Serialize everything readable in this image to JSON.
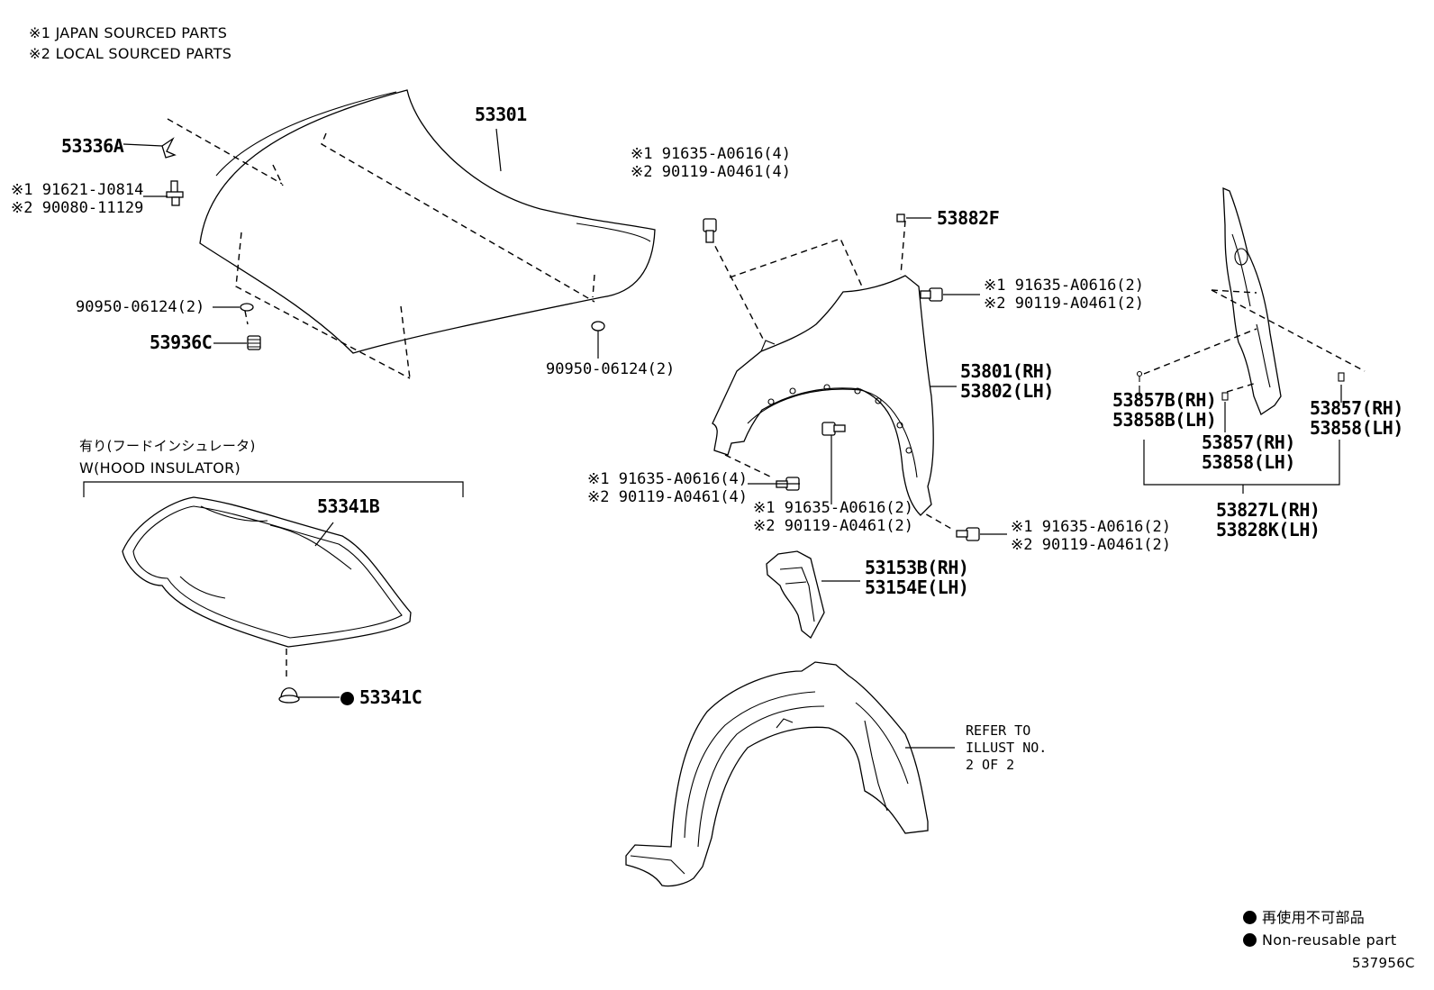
{
  "notes": {
    "note1": "※1 JAPAN SOURCED PARTS",
    "note2": "※2 LOCAL SOURCED PARTS"
  },
  "hood": {
    "part": "53301",
    "hinge_cover": "53336A",
    "bolt_jp": "※1 91621-J0814",
    "bolt_local": "※2 90080-11129",
    "grommet_left": "90950-06124(2)",
    "cushion": "53936C",
    "grommet_right": "90950-06124(2)"
  },
  "insulator": {
    "title_jp": "有り(フードインシュレータ)",
    "title_en": "W(HOOD INSULATOR)",
    "part": "53341B",
    "clip": "53341C"
  },
  "fender": {
    "bolt_top_jp": "※1 91635-A0616(4)",
    "bolt_top_local": "※2 90119-A0461(4)",
    "clip": "53882F",
    "bolt_right_jp": "※1 91635-A0616(2)",
    "bolt_right_local": "※2 90119-A0461(2)",
    "rh": "53801(RH)",
    "lh": "53802(LH)",
    "bolt_low_left_jp": "※1 91635-A0616(4)",
    "bolt_low_left_local": "※2 90119-A0461(4)",
    "bolt_mid_jp": "※1 91635-A0616(2)",
    "bolt_mid_local": "※2 90119-A0461(2)",
    "bolt_low_right_jp": "※1 91635-A0616(2)",
    "bolt_low_right_local": "※2 90119-A0461(2)"
  },
  "seal": {
    "rh": "53153B(RH)",
    "lh": "53154E(LH)"
  },
  "liner": {
    "refer_line1": "REFER TO",
    "refer_line2": "ILLUST NO.",
    "refer_line3": "2 OF 2"
  },
  "protector": {
    "left_rh": "53857B(RH)",
    "left_lh": "53858B(LH)",
    "right_rh": "53857(RH)",
    "right_lh": "53858(LH)",
    "center_rh": "53857(RH)",
    "center_lh": "53858(LH)",
    "assy_rh": "53827L(RH)",
    "assy_lh": "53828K(LH)"
  },
  "legend": {
    "jp": "再使用不可部品",
    "en": "Non-reusable part",
    "illustration_id": "537956C"
  }
}
